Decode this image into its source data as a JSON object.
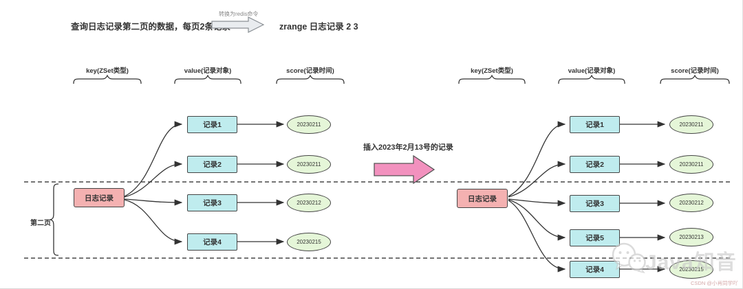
{
  "header": {
    "query_text": "查询日志记录第二页的数据，每页2条记录",
    "arrow_label": "转换为redis命令",
    "command_text": "zrange 日志记录 2 3"
  },
  "transform": {
    "label": "插入2023年2月13号的记录"
  },
  "columns": {
    "key": "key(ZSet类型)",
    "value": "value(记录对象)",
    "score": "score(记录时间)"
  },
  "left_diagram": {
    "root": "日志记录",
    "page_label": "第二页",
    "records": [
      {
        "label": "记录1",
        "score": "20230211"
      },
      {
        "label": "记录2",
        "score": "20230211"
      },
      {
        "label": "记录3",
        "score": "20230212"
      },
      {
        "label": "记录4",
        "score": "20230215"
      }
    ]
  },
  "right_diagram": {
    "root": "日志记录",
    "records": [
      {
        "label": "记录1",
        "score": "20230211"
      },
      {
        "label": "记录2",
        "score": "20230211"
      },
      {
        "label": "记录3",
        "score": "20230212"
      },
      {
        "label": "记录5",
        "score": "20230213"
      },
      {
        "label": "记录4",
        "score": "20230215"
      }
    ]
  },
  "watermarks": {
    "brand": "Java知音",
    "csdn": "CSDN @小肖同学吖"
  },
  "colors": {
    "root_fill": "#f4b1b1",
    "record_fill": "#bfecee",
    "score_fill": "#e5f6d8",
    "insert_arrow_fill": "#f291be",
    "convert_arrow_fill": "#e9ecef",
    "line": "#333333"
  }
}
